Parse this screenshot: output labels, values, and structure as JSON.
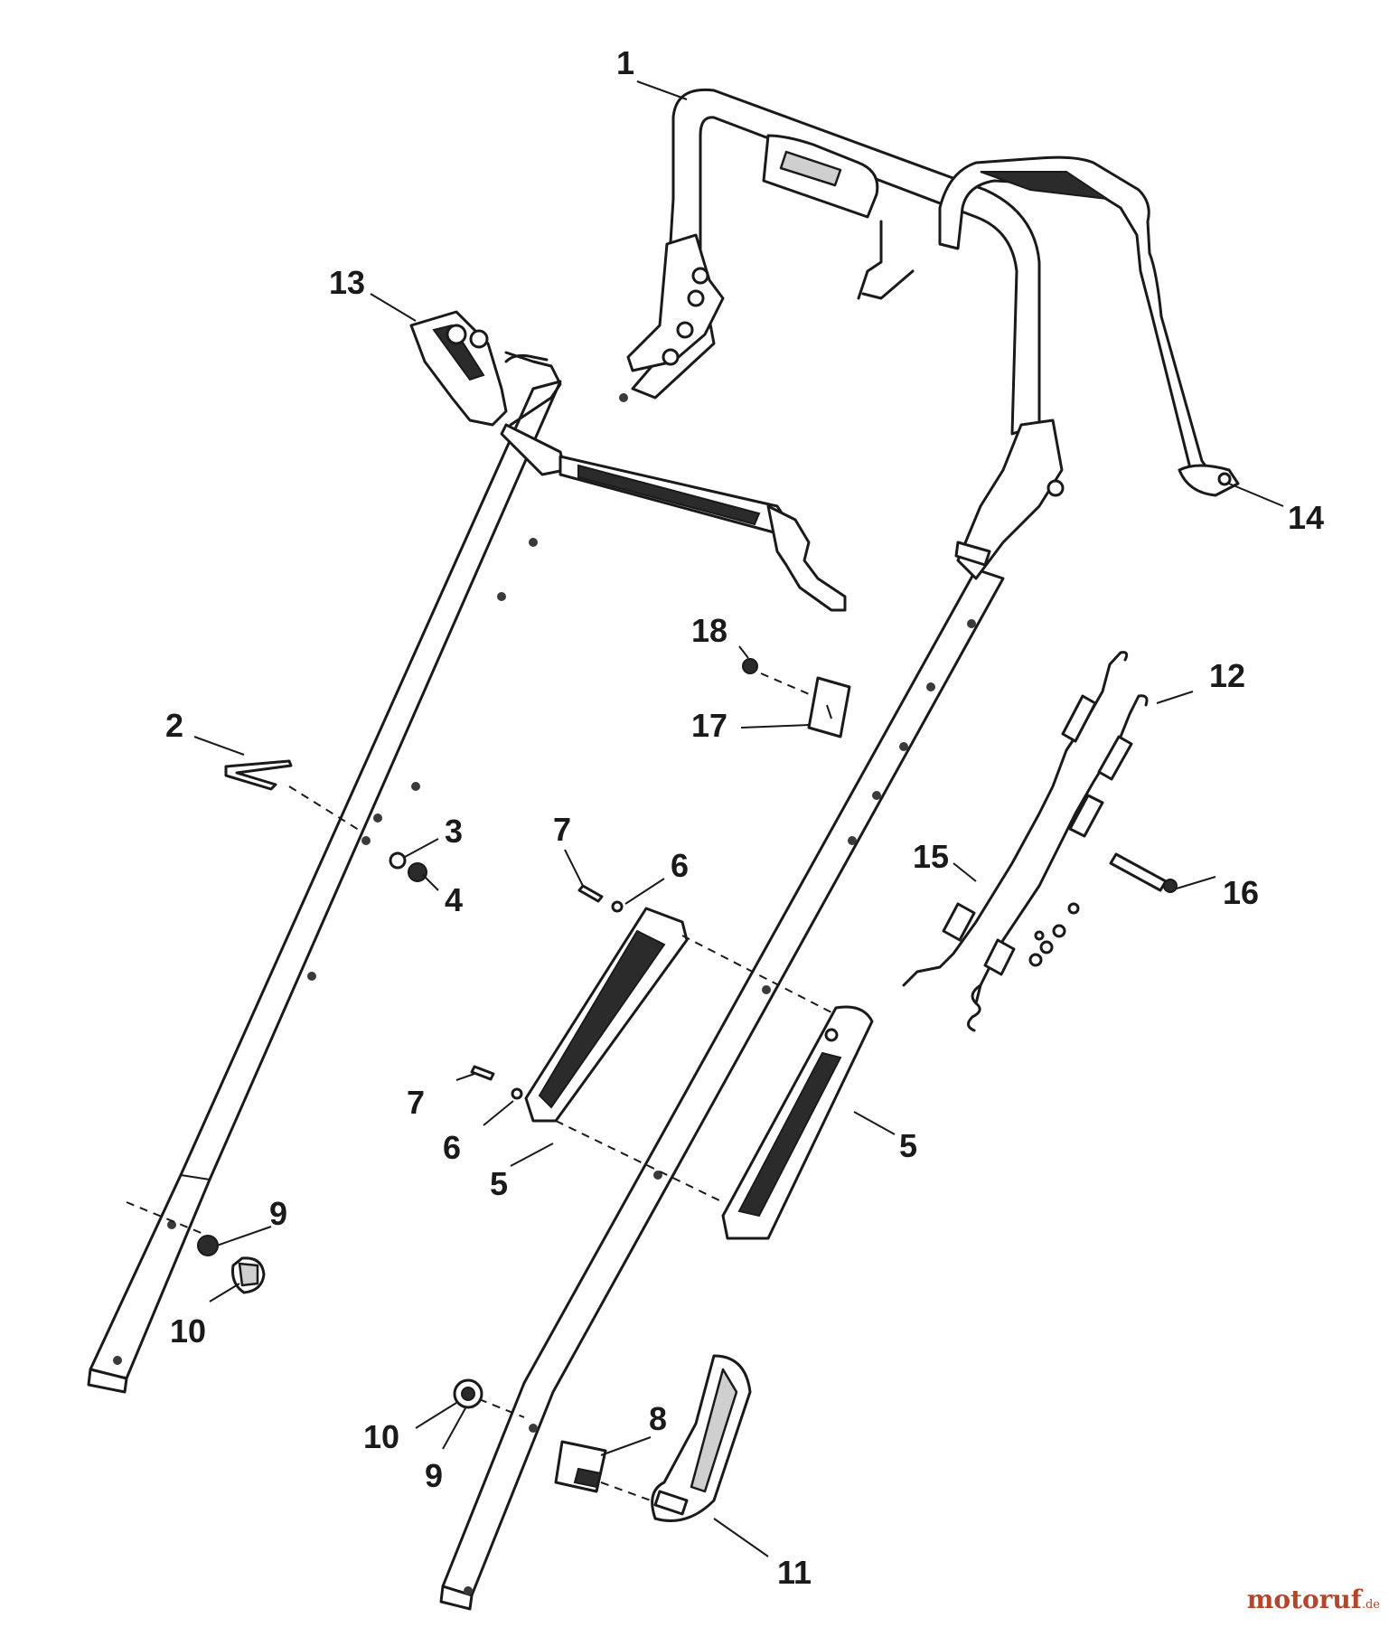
{
  "callouts": {
    "c1": "1",
    "c2": "2",
    "c3": "3",
    "c4": "4",
    "c5a": "5",
    "c5b": "5",
    "c6a": "6",
    "c6b": "6",
    "c7a": "7",
    "c7b": "7",
    "c8": "8",
    "c9a": "9",
    "c9b": "9",
    "c10a": "10",
    "c10b": "10",
    "c11": "11",
    "c12": "12",
    "c13": "13",
    "c14": "14",
    "c15": "15",
    "c16": "16",
    "c17": "17",
    "c18": "18"
  },
  "watermark": {
    "name": "motoruf",
    "suffix": ".de",
    "color": "#b5452b"
  }
}
